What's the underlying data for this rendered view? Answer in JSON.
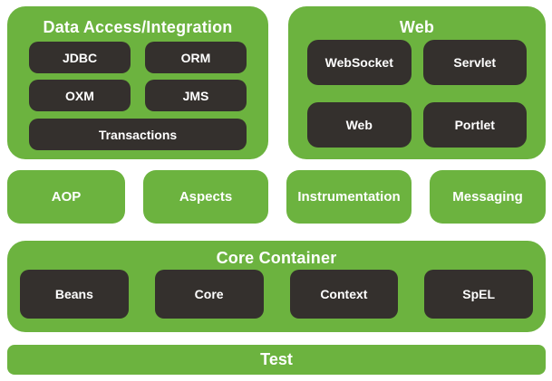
{
  "colors": {
    "green": "#6CB33F",
    "dark": "#34302D",
    "text": "#FFFFFF",
    "background": "#FFFFFF"
  },
  "diagram": {
    "data_access": {
      "title": "Data Access/Integration",
      "modules": [
        "JDBC",
        "ORM",
        "OXM",
        "JMS",
        "Transactions"
      ]
    },
    "web": {
      "title": "Web",
      "modules": [
        "WebSocket",
        "Servlet",
        "Web",
        "Portlet"
      ]
    },
    "middle": [
      "AOP",
      "Aspects",
      "Instrumentation",
      "Messaging"
    ],
    "core": {
      "title": "Core Container",
      "modules": [
        "Beans",
        "Core",
        "Context",
        "SpEL"
      ]
    },
    "test": {
      "title": "Test"
    }
  }
}
